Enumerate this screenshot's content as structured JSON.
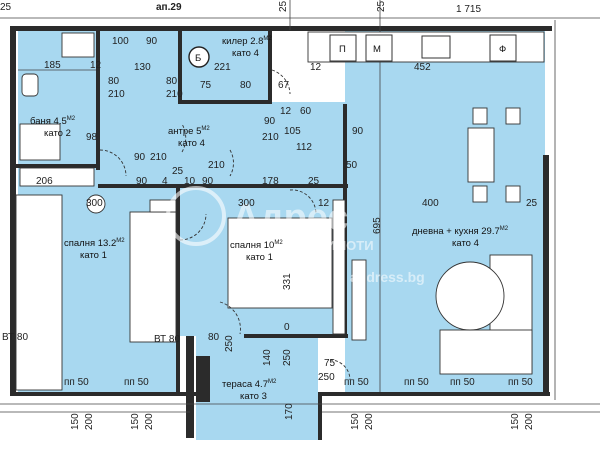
{
  "header": {
    "apt_label": "ап.29",
    "left_edge": "25",
    "top_dims": [
      "25",
      "25",
      "1 715"
    ]
  },
  "rooms": {
    "bathroom": {
      "name": "баня 4.5",
      "unit": "M2",
      "floor": "като 2"
    },
    "pantry": {
      "name": "килер 2.8",
      "unit": "M2",
      "floor": "като 4"
    },
    "hall": {
      "name": "антре 5",
      "unit": "M2",
      "floor": "като 4"
    },
    "bedroom1": {
      "name": "спалня 13.2",
      "unit": "M2",
      "floor": "като 1"
    },
    "bedroom2": {
      "name": "спалня 10",
      "unit": "M2",
      "floor": "като 1"
    },
    "living": {
      "name": "дневна + кухня 29.7",
      "unit": "M2",
      "floor": "като 4"
    },
    "terrace": {
      "name": "тераса 4.7",
      "unit": "M2",
      "floor": "като 3"
    }
  },
  "fixtures": {
    "boiler": "Б",
    "fridge": "П",
    "oven": "Ф",
    "microwave": "М"
  },
  "dims": {
    "d185": "185",
    "d12": "12",
    "d100": "100",
    "d90": "90",
    "d130": "130",
    "d221": "221",
    "d12b": "12",
    "d452": "452",
    "d80": "80",
    "d210": "210",
    "d80b": "80",
    "d210b": "210",
    "d75": "75",
    "d80c": "80",
    "d67": "67",
    "d60": "60",
    "d12c": "12",
    "d98": "98",
    "d90b": "90",
    "d210c": "210",
    "d105": "105",
    "d90c": "90",
    "d210d": "210",
    "d112": "112",
    "d90d": "90",
    "d50": "50",
    "d206": "206",
    "d90e": "90",
    "d210e": "210",
    "d4": "4",
    "d25": "25",
    "d10": "10",
    "d90f": "90",
    "d178": "178",
    "d25b": "25",
    "d300a": "300",
    "d300b": "300",
    "d12d": "12",
    "d400": "400",
    "d25c": "25",
    "d695": "695",
    "d331": "331",
    "d80d": "80",
    "d250": "250",
    "d0": "0",
    "d140": "140",
    "d250b": "250",
    "d75b": "75",
    "d250c": "250",
    "d170": "170",
    "vt1": "ВТ 80",
    "vt2": "ВТ 80",
    "pp1": "пп 50",
    "pp2": "пп 50",
    "pp3": "пп 50",
    "pp4": "пп 50",
    "pp5": "пп 50",
    "pp6": "пп 50",
    "b150a": "150",
    "b200a": "200",
    "b150b": "150",
    "b200b": "200",
    "b150c": "150",
    "b200c": "200",
    "b150d": "150",
    "b200d": "200"
  },
  "watermark": {
    "brand": "Адрес",
    "subtitle": "ИМОТИ",
    "url": "address.bg"
  },
  "colors": {
    "floor": "#a8d8f0",
    "wall": "#2b2b2b",
    "furniture": "#ffffff",
    "line": "#333333"
  }
}
